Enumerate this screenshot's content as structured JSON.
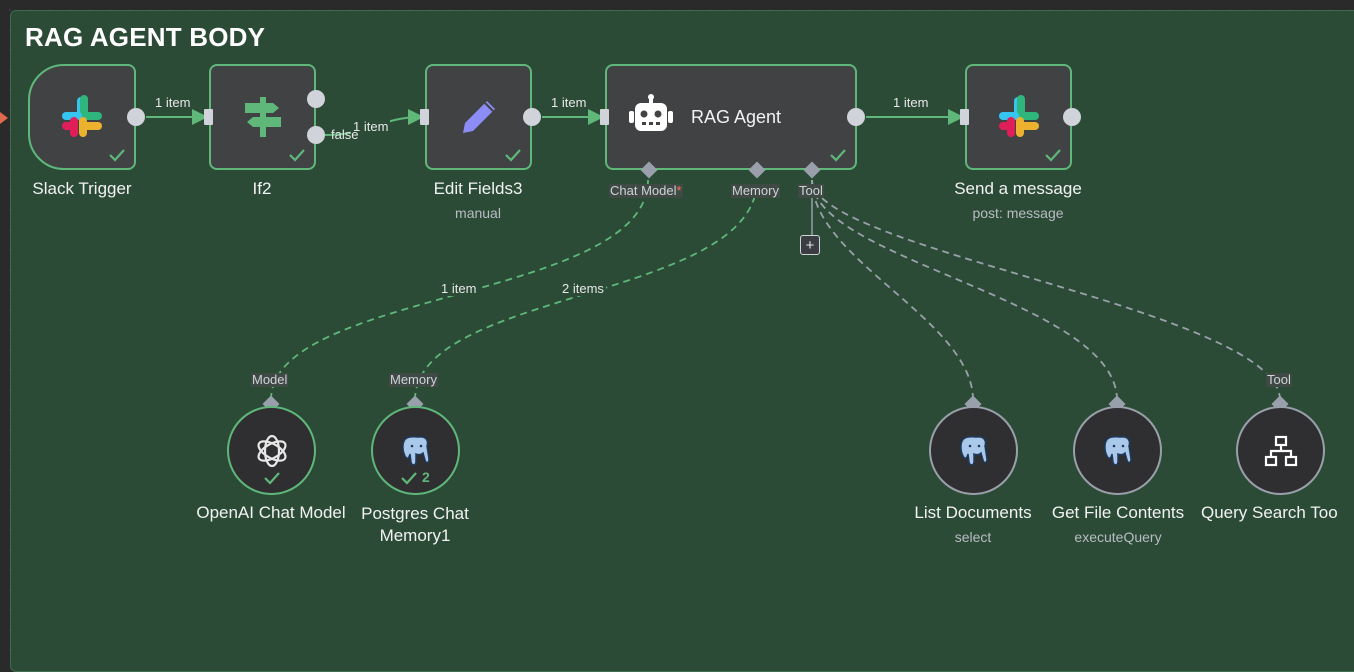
{
  "sticky": {
    "title": "RAG AGENT BODY"
  },
  "nodes": {
    "slack_trigger": {
      "label": "Slack Trigger",
      "icon": "slack-icon"
    },
    "if2": {
      "label": "If2",
      "icon": "signpost-icon",
      "false_label": "false"
    },
    "edit_fields3": {
      "label": "Edit Fields3",
      "sublabel": "manual",
      "icon": "pencil-icon"
    },
    "rag_agent": {
      "label": "RAG Agent",
      "icon": "robot-icon",
      "ports": {
        "chat_model": "Chat Model",
        "chat_model_required": "*",
        "memory": "Memory",
        "tool": "Tool"
      },
      "add_tool": "+"
    },
    "send_message": {
      "label": "Send a message",
      "sublabel": "post: message",
      "icon": "slack-icon"
    },
    "openai_chat_model": {
      "label": "OpenAI Chat Model",
      "port": "Model",
      "icon": "openai-icon"
    },
    "postgres_chat_memory": {
      "label_line1": "Postgres Chat",
      "label_line2": "Memory1",
      "port": "Memory",
      "count": "2",
      "icon": "postgres-icon"
    },
    "list_documents": {
      "label": "List Documents",
      "sublabel": "select",
      "icon": "postgres-icon"
    },
    "get_file_contents": {
      "label": "Get File Contents",
      "sublabel": "executeQuery",
      "icon": "postgres-icon"
    },
    "query_search_tool": {
      "label": "Query Search Too",
      "port": "Tool",
      "icon": "sitemap-icon"
    }
  },
  "edges": {
    "e1": "1 item",
    "e2": "1 item",
    "e3": "1 item",
    "e4": "1 item",
    "model": "1 item",
    "memory": "2 items"
  },
  "colors": {
    "success": "#5fb77a",
    "sticky": "#2b4b36",
    "node_bg": "#414244",
    "tool_edge": "#9aa0ab"
  }
}
